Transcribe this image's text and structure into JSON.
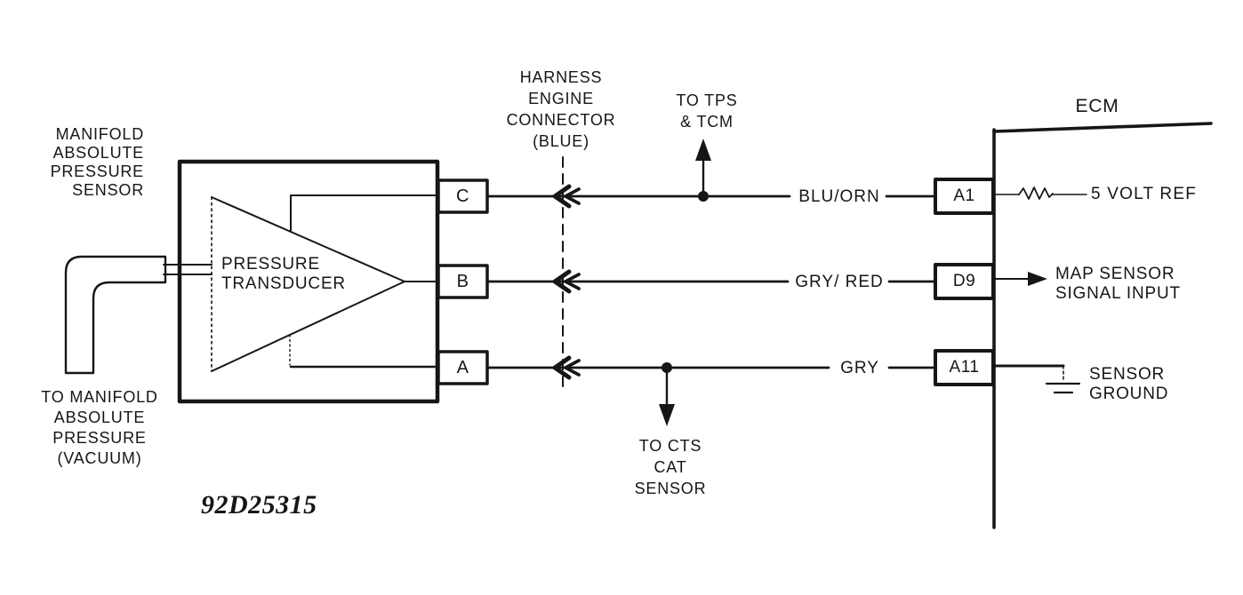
{
  "labels": {
    "sensor": "MANIFOLD\nABSOLUTE\nPRESSURE\nSENSOR",
    "transducer": "PRESSURE\nTRANSDUCER",
    "vacuum": "TO MANIFOLD\nABSOLUTE\nPRESSURE\n(VACUUM)",
    "harness": "HARNESS\nENGINE\nCONNECTOR\n(BLUE)",
    "tps": "TO TPS\n& TCM",
    "cts": "TO CTS\nCAT\nSENSOR",
    "ecm": "ECM",
    "five_volt_ref": "5 VOLT REF",
    "map_signal": "MAP SENSOR\nSIGNAL INPUT",
    "sensor_ground": "SENSOR\nGROUND",
    "figure_number": "92D25315"
  },
  "sensor_pins": [
    {
      "id": "C"
    },
    {
      "id": "B"
    },
    {
      "id": "A"
    }
  ],
  "wires": [
    {
      "color_label": "BLU/ORN",
      "ecm_pin": "A1"
    },
    {
      "color_label": "GRY/ RED",
      "ecm_pin": "D9"
    },
    {
      "color_label": "GRY",
      "ecm_pin": "A11"
    }
  ],
  "ink_color": "#161616"
}
